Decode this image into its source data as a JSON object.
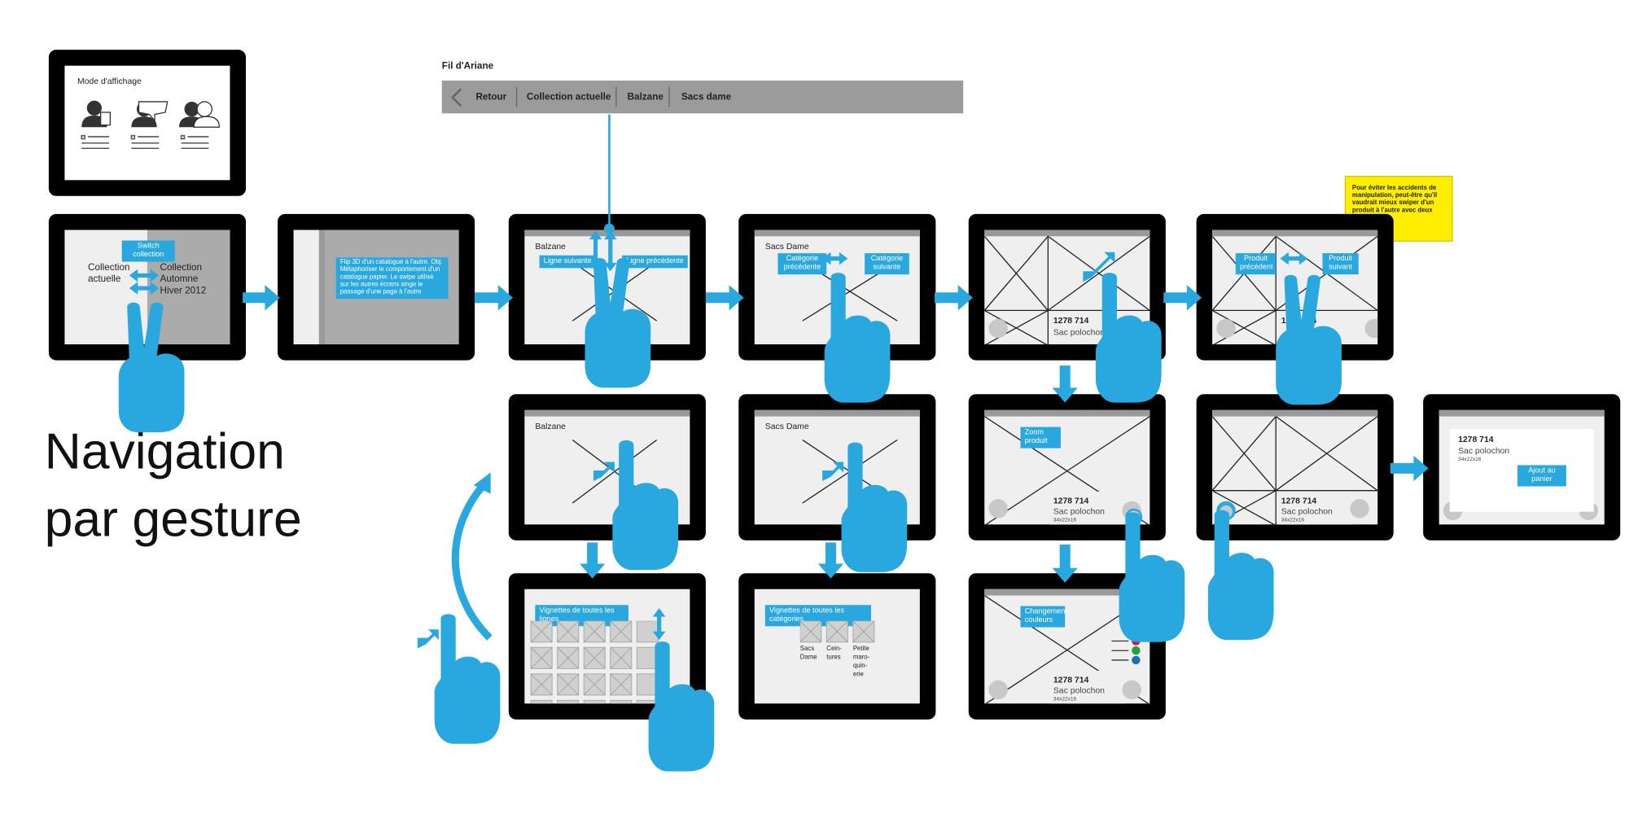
{
  "title_line1": "Navigation",
  "title_line2": "par gesture",
  "fil_ariane_label": "Fil d'Ariane",
  "breadcrumb": [
    "Retour",
    "Collection actuelle",
    "Balzane",
    "Sacs dame"
  ],
  "mode_affichage": "Mode d'affichage",
  "switch_collection": "Switch collection",
  "collection_actuelle": "Collection actuelle",
  "collection_automne": "Collection Automne Hiver 2012",
  "flip_note": "Flip 3D d'un catalogue à l'autre. Obj. Métaphoriser le comportement d'un catalogue papier. Le swipe utilisé sur les autres écrans singe le passage d'une page à l'autre",
  "balzane": "Balzane",
  "ligne_suivante": "Ligne suivante",
  "ligne_precedente": "Ligne précédente",
  "sacs_dame": "Sacs Dame",
  "categorie_precedente": "Catégorie précédente",
  "categorie_suivante": "Catégorie suivante",
  "product_number": "1278 714",
  "product_name": "Sac polochon",
  "product_size": "34x22x16",
  "produit_precedent": "Produit précédent",
  "produit_suivant": "Produit suivant",
  "yellow_note": "Pour éviter les accidents de manipulation, peut-être qu'il vaudrait mieux swiper d'un produit à l'autre avec deux doigts.",
  "zoom_produit": "Zoom produit",
  "ajout_panier": "Ajout au panier",
  "vignettes_lignes": "Vignettes de toutes les lignes",
  "vignettes_categories": "Vignettes de toutes les catégories",
  "cat_items": [
    "Sacs Dame",
    "Cein- tures",
    "Petite maro- quin- erie"
  ],
  "changement_couleurs": "Changement couleurs",
  "colors": {
    "accent": "#29a8e0",
    "note": "#ffee00",
    "swatch1": "#d0105a",
    "swatch2": "#21a038",
    "swatch3": "#1a6fb8"
  }
}
